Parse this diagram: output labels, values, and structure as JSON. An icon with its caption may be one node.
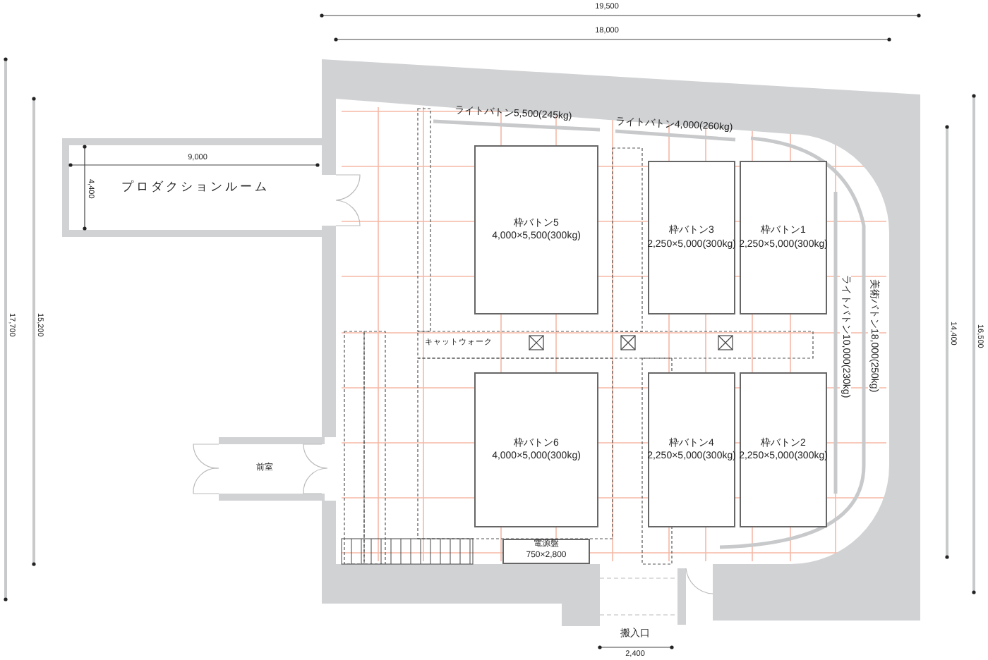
{
  "diagram": {
    "nodes": [
      {
        "text": [
          "プロダクションルーム"
        ]
      },
      {
        "text": [
          "前室"
        ]
      },
      {
        "text": [
          "枠バトン5",
          "4,000×5,500(300kg)"
        ]
      },
      {
        "text": [
          "枠バトン3",
          "2,250×5,000(300kg)"
        ]
      },
      {
        "text": [
          "枠バトン1",
          "2,250×5,000(300kg)"
        ]
      },
      {
        "text": [
          "枠バトン6",
          "4,000×5,000(300kg)"
        ]
      },
      {
        "text": [
          "枠バトン4",
          "2,250×5,000(300kg)"
        ]
      },
      {
        "text": [
          "枠バトン2",
          "2,250×5,000(300kg)"
        ]
      },
      {
        "text": [
          "電源盤",
          "750×2,800"
        ]
      }
    ],
    "edges": [],
    "labels": [
      "19,500",
      "18,000",
      "ライトバトン5,500(245kg)",
      "ライトバトン4,000(260kg)",
      "9,000",
      "4,400",
      "17,700",
      "15,200",
      "キャットウォーク",
      "ライトバトン10,000(230kg)",
      "美術バトン18,000(250kg)",
      "14,400",
      "16,500",
      "搬入口",
      "2,400"
    ]
  }
}
